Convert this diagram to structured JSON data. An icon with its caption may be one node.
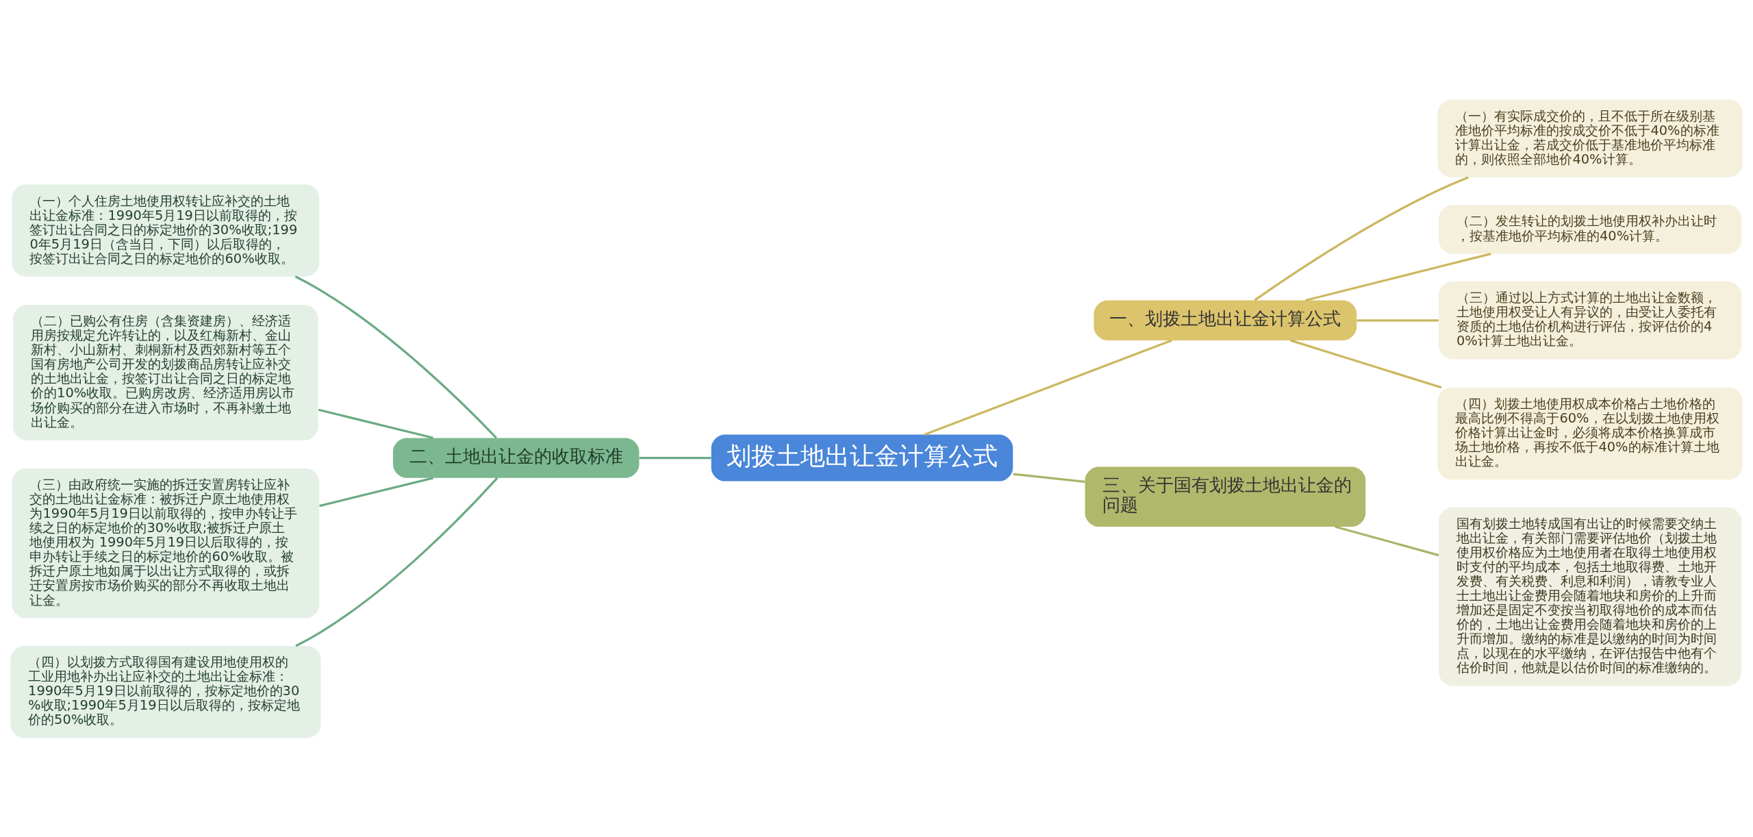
{
  "diagram": {
    "nodes": [
      {
        "text": [
          "划拨土地出让金计算公式"
        ]
      },
      {
        "text": [
          "一、划拨土地出让金计算公式"
        ]
      },
      {
        "text": [
          "（一）有实际成交价的，且不低于所在级别基准地价平均标准的按成交价不低于40%的标准计算出让金，若成交价低于基准地价平均标准的，则依照全部地价40%计算。"
        ]
      },
      {
        "text": [
          "（二）发生转让的划拨土地使用权补办出让时，按基准地价平均标准的40%计算。"
        ]
      },
      {
        "text": [
          "（三）通过以上方式计算的土地出让金数额，土地使用权受让人有异议的，由受让人委托有资质的土地估价机构进行评估，按评估价的40%计算土地出让金。"
        ]
      },
      {
        "text": [
          "（四）划拨土地使用权成本价格占土地价格的最高比例不得高于60%，在以划拨土地使用权价格计算出让金时，必须将成本价格换算成市场土地价格，再按不低于40%的标准计算土地出让金。"
        ]
      },
      {
        "text": [
          "二、土地出让金的收取标准"
        ]
      },
      {
        "text": [
          "（一）个人住房土地使用权转让应补交的土地出让金标准：1990年5月19日以前取得的，按签订出让合同之日的标定地价的30%收取;1990年5月19日（含当日，下同）以后取得的，按签订出让合同之日的标定地价的60%收取。"
        ]
      },
      {
        "text": [
          "（二）已购公有住房（含集资建房）、经济适用房按规定允许转让的，以及红梅新村、金山新村、小山新村、刺桐新村及西郊新村等五个国有房地产公司开发的划拨商品房转让应补交的土地出让金，按签订出让合同之日的标定地价的10%收取。已购房改房、经济适用房以市场价购买的部分在进入市场时，不再补缴土地出让金。"
        ]
      },
      {
        "text": [
          "（三）由政府统一实施的拆迁安置房转让应补交的土地出让金标准：被拆迁户原土地使用权为1990年5月19日以前取得的，按申办转让手续之日的标定地价的30%收取;被拆迁户原土地使用权为 1990年5月19日以后取得的，按申办转让手续之日的标定地价的60%收取。被拆迁户原土地如属于以出让方式取得的，或拆迁安置房按市场价购买的部分不再收取土地出让金。"
        ]
      },
      {
        "text": [
          "（四）以划拨方式取得国有建设用地使用权的工业用地补办出让应补交的土地出让金标准：1990年5月19日以前取得的，按标定地价的30%收取;1990年5月19日以后取得的，按标定地价的50%收取。"
        ]
      },
      {
        "text": [
          "三、关于国有划拨土地出让金的问题"
        ]
      },
      {
        "text": [
          "国有划拨土地转成国有出让的时候需要交纳土地出让金，有关部门需要评估地价（划拨土地使用权价格应为土地使用者在取得土地使用权时支付的平均成本，包括土地取得费、土地开发费、有关税费、利息和利润），请教专业人士土地出让金费用会随着地块和房价的上升而增加还是固定不变按当初取得地价的成本而估价的，土地出让金费用会随着地块和房价的上升而增加。缴纳的标准是以缴纳的时间为时间点，以现在的水平缴纳，在评估报告中他有个估价时间，他就是以估价时间的标准缴纳的。"
        ]
      }
    ],
    "edges": [
      {
        "from": 0,
        "to": 1,
        "arrow": "none",
        "color": "#cbb75f"
      },
      {
        "from": 1,
        "to": 2,
        "arrow": "none",
        "color": "#cbb75f"
      },
      {
        "from": 1,
        "to": 3,
        "arrow": "none",
        "color": "#cbb75f"
      },
      {
        "from": 1,
        "to": 4,
        "arrow": "none",
        "color": "#cbb75f"
      },
      {
        "from": 1,
        "to": 5,
        "arrow": "none",
        "color": "#cbb75f"
      },
      {
        "from": 6,
        "to": 0,
        "arrow": "none",
        "color": "#6aaa84"
      },
      {
        "from": 7,
        "to": 6,
        "arrow": "none",
        "color": "#6aaa84"
      },
      {
        "from": 8,
        "to": 6,
        "arrow": "none",
        "color": "#6aaa84"
      },
      {
        "from": 9,
        "to": 6,
        "arrow": "none",
        "color": "#6aaa84"
      },
      {
        "from": 10,
        "to": 6,
        "arrow": "none",
        "color": "#6aaa84"
      },
      {
        "from": 0,
        "to": 11,
        "arrow": "none",
        "color": "#a9b46a"
      },
      {
        "from": 11,
        "to": 12,
        "arrow": "none",
        "color": "#a9b46a"
      }
    ]
  }
}
